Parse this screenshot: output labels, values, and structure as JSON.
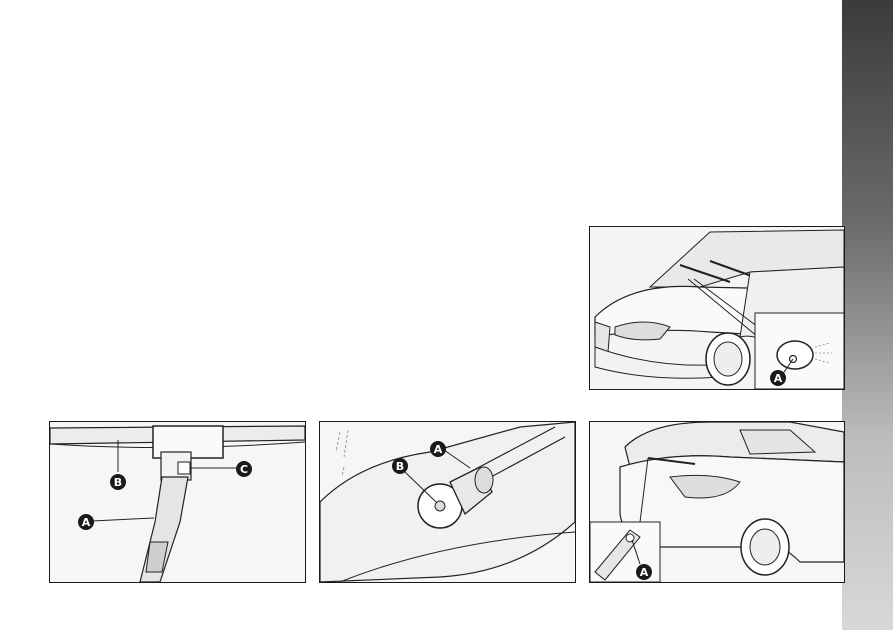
{
  "figures": {
    "washer_nozzle": {
      "callouts": [
        "A"
      ]
    },
    "wiper_blade": {
      "callouts": [
        "A",
        "B",
        "C"
      ]
    },
    "bulb_holder": {
      "callouts": [
        "A",
        "B"
      ]
    },
    "rear_washer": {
      "callouts": [
        "A"
      ]
    }
  }
}
